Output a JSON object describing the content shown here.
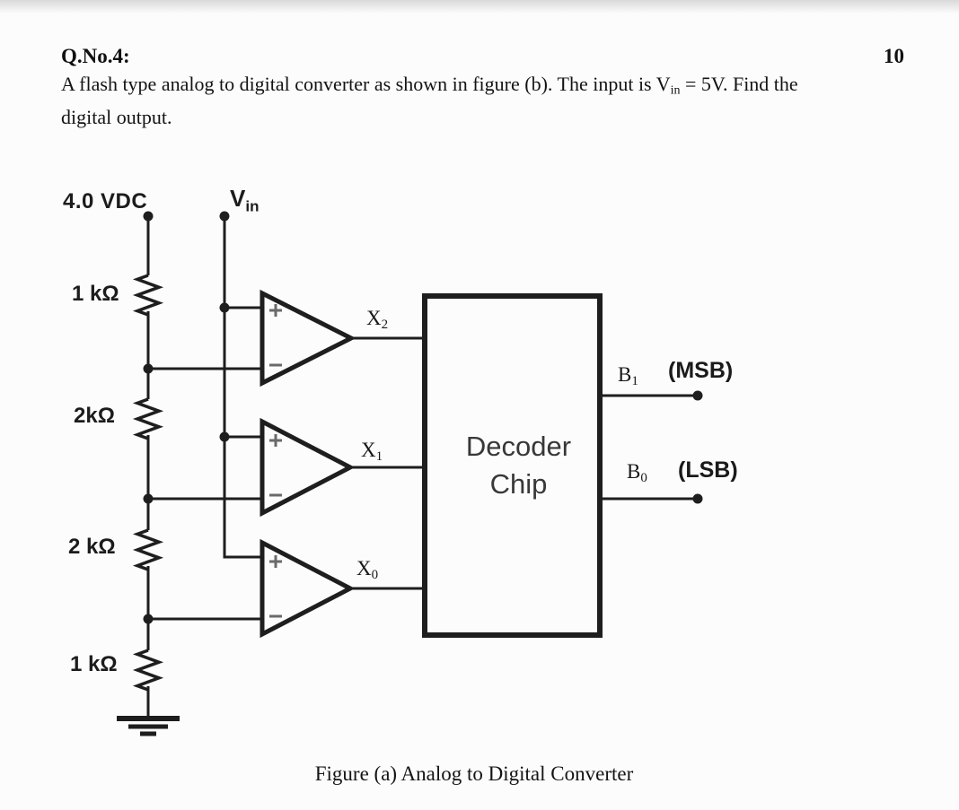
{
  "colors": {
    "page_bg": "#fcfcfc",
    "band": "#d9d9d9",
    "ink": "#1e1e1e",
    "sign": "#6a6a6a",
    "decoder_text": "#383838"
  },
  "header": {
    "question_no": "Q.No.4:",
    "marks": "10",
    "body_pre": "A flash type analog to digital converter as shown in figure (b). The input is V",
    "body_sub": "in",
    "body_post": " = 5V. Find the",
    "body_line2": "digital output."
  },
  "circuit": {
    "supply_label": "4.0 VDC",
    "vin": {
      "main": "V",
      "sub": "in"
    },
    "resistors": [
      {
        "label": "1 kΩ"
      },
      {
        "label": "2kΩ"
      },
      {
        "label": "2 kΩ"
      },
      {
        "label": "1 kΩ"
      }
    ],
    "comparator_signs": {
      "plus": "+",
      "minus": "−"
    },
    "comparator_outputs": [
      {
        "main": "X",
        "sub": "2"
      },
      {
        "main": "X",
        "sub": "1"
      },
      {
        "main": "X",
        "sub": "0"
      }
    ],
    "decoder": {
      "line1": "Decoder",
      "line2": "Chip"
    },
    "outputs": [
      {
        "bit_main": "B",
        "bit_sub": "1",
        "tag": "(MSB)"
      },
      {
        "bit_main": "B",
        "bit_sub": "0",
        "tag": "(LSB)"
      }
    ]
  },
  "caption": "Figure (a) Analog to Digital Converter"
}
